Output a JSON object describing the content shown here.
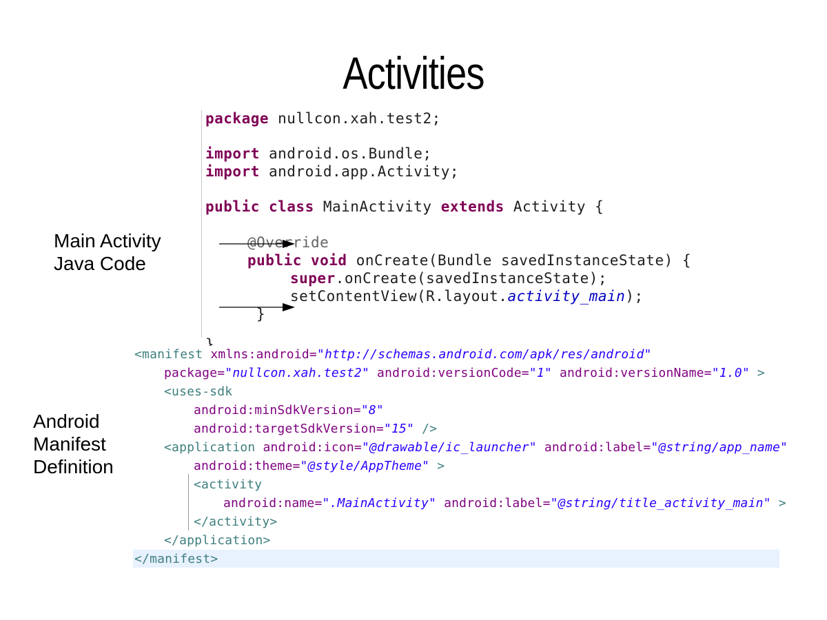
{
  "slide": {
    "title": "Activities",
    "label_java": "Main Activity\nJava Code",
    "label_manifest": "Android\nManifest\nDefinition"
  },
  "java": {
    "l1_kw": "package",
    "l1_rest": " nullcon.xah.test2;",
    "l2_kw": "import",
    "l2_rest": " android.os.Bundle;",
    "l3_kw": "import",
    "l3_rest": " android.app.Activity;",
    "l4_kw1": "public class",
    "l4_mid": " MainActivity ",
    "l4_kw2": "extends",
    "l4_rest": " Activity {",
    "l5_ann": "@Override",
    "l6_kw": "public void",
    "l6_rest": " onCreate(Bundle savedInstanceState) {",
    "l7_kw": "super",
    "l7_rest": ".onCreate(savedInstanceState);",
    "l8_pre": "setContentView(R.layout.",
    "l8_field": "activity_main",
    "l8_post": ");",
    "l9": "}",
    "l10": "}"
  },
  "manifest": {
    "m1_tag": "<manifest",
    "m1_attr": " xmlns:android=",
    "m1_str": "\"http://schemas.android.com/apk/res/android\"",
    "m2_a1": "package=",
    "m2_s1": "\"nullcon.xah.test2\"",
    "m2_a2": " android:versionCode=",
    "m2_s2": "\"1\"",
    "m2_a3": " android:versionName=",
    "m2_s3": "\"1.0\"",
    "m2_end": " >",
    "m3_tag": "<uses-sdk",
    "m4_attr": "android:minSdkVersion=",
    "m4_str": "\"8\"",
    "m5_attr": "android:targetSdkVersion=",
    "m5_str": "\"15\"",
    "m5_end": " />",
    "m6_tag": "<application",
    "m6_a1": " android:icon=",
    "m6_s1": "\"@drawable/ic_launcher\"",
    "m6_a2": " android:label=",
    "m6_s2": "\"@string/app_name\"",
    "m7_attr": "android:theme=",
    "m7_str": "\"@style/AppTheme\"",
    "m7_end": " >",
    "m8_tag": "<activity",
    "m9_a1": "android:name=",
    "m9_s1": "\".MainActivity\"",
    "m9_a2": " android:label=",
    "m9_s2": "\"@string/title_activity_main\"",
    "m9_end": " >",
    "m10_tag": "</activity>",
    "m11_tag": "</application>",
    "m12_tag": "</manifest>"
  },
  "icons": {
    "arrow1": "arrow-right-icon",
    "arrow2": "arrow-right-icon"
  }
}
